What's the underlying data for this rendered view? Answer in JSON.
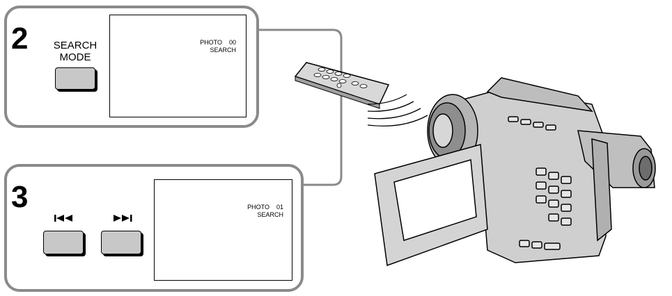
{
  "step2": {
    "number": "2",
    "button_label": "SEARCH\nMODE",
    "screen_line1": "PHOTO    00",
    "screen_line2": "SEARCH"
  },
  "step3": {
    "number": "3",
    "prev_icon": "skip-previous-icon",
    "next_icon": "skip-next-icon",
    "screen_line1": "PHOTO    01",
    "screen_line2": "SEARCH"
  },
  "colors": {
    "panel_border": "#8a8a8a",
    "button_fill": "#c8c8c8",
    "device_fill": "#cfcfcf"
  }
}
